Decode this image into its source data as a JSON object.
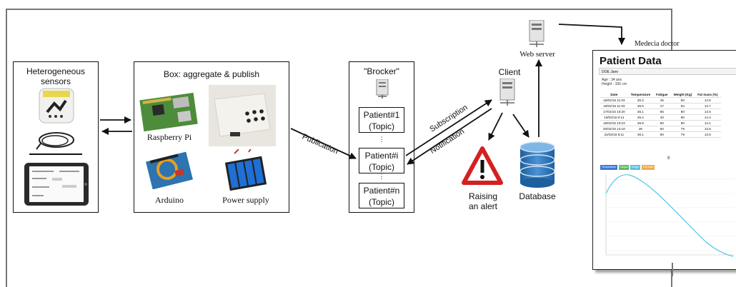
{
  "sensors": {
    "title": "Heterogeneous\nsensors"
  },
  "box": {
    "title": "Box: aggregate & publish",
    "raspberry": "Raspberry Pi",
    "arduino": "Arduino",
    "power": "Power supply"
  },
  "broker": {
    "title": "\"Brocker\"",
    "topics": [
      {
        "line1": "Patient#1",
        "line2": "(Topic)"
      },
      {
        "line1": "Patient#i",
        "line2": "(Topic)"
      },
      {
        "line1": "Patient#n",
        "line2": "(Topic)"
      }
    ]
  },
  "edges": {
    "publication": "Publication",
    "subscription": "Subscription",
    "notification": "Notification"
  },
  "client": {
    "label": "Client"
  },
  "web_server": {
    "label": "Web server"
  },
  "alert": {
    "line1": "Raising",
    "line2": "an alert"
  },
  "database": {
    "label": "Database"
  },
  "doctor": {
    "label": "Medecia doctor"
  },
  "patient_doc": {
    "title": "Patient Data",
    "name": "DOE Jane",
    "age": "Age : 34 ans",
    "height": "Height : 166 cm",
    "columns": [
      "Date",
      "Temperature",
      "Fatigue",
      "Weight (Kg)",
      "Fat mass (%)"
    ],
    "rows": [
      [
        "15/02/15 11:03",
        "35.3",
        "45",
        "80",
        "14.5"
      ],
      [
        "16/02/15 11:03",
        "35.9",
        "47",
        "84",
        "14.7"
      ],
      [
        "17/02/15 10:20",
        "36.1",
        "85",
        "80",
        "14.6"
      ],
      [
        "18/02/16 9:14",
        "35.4",
        "40",
        "80",
        "14.4"
      ],
      [
        "19/02/15 10:23",
        "36.9",
        "90",
        "90",
        "14.1"
      ],
      [
        "20/02/15 14:18",
        "36",
        "60",
        "79",
        "13.8"
      ],
      [
        "22/02/16 8:11",
        "36.1",
        "80",
        "79",
        "13.8"
      ]
    ],
    "legend": [
      "Temperature",
      "Fatigue",
      "Weight",
      "Fat mass"
    ]
  },
  "colors": {
    "frame": "#777777",
    "alert_red": "#d42020",
    "db_blue": "#2a6fb0",
    "chart_line": "#54c4e8"
  }
}
